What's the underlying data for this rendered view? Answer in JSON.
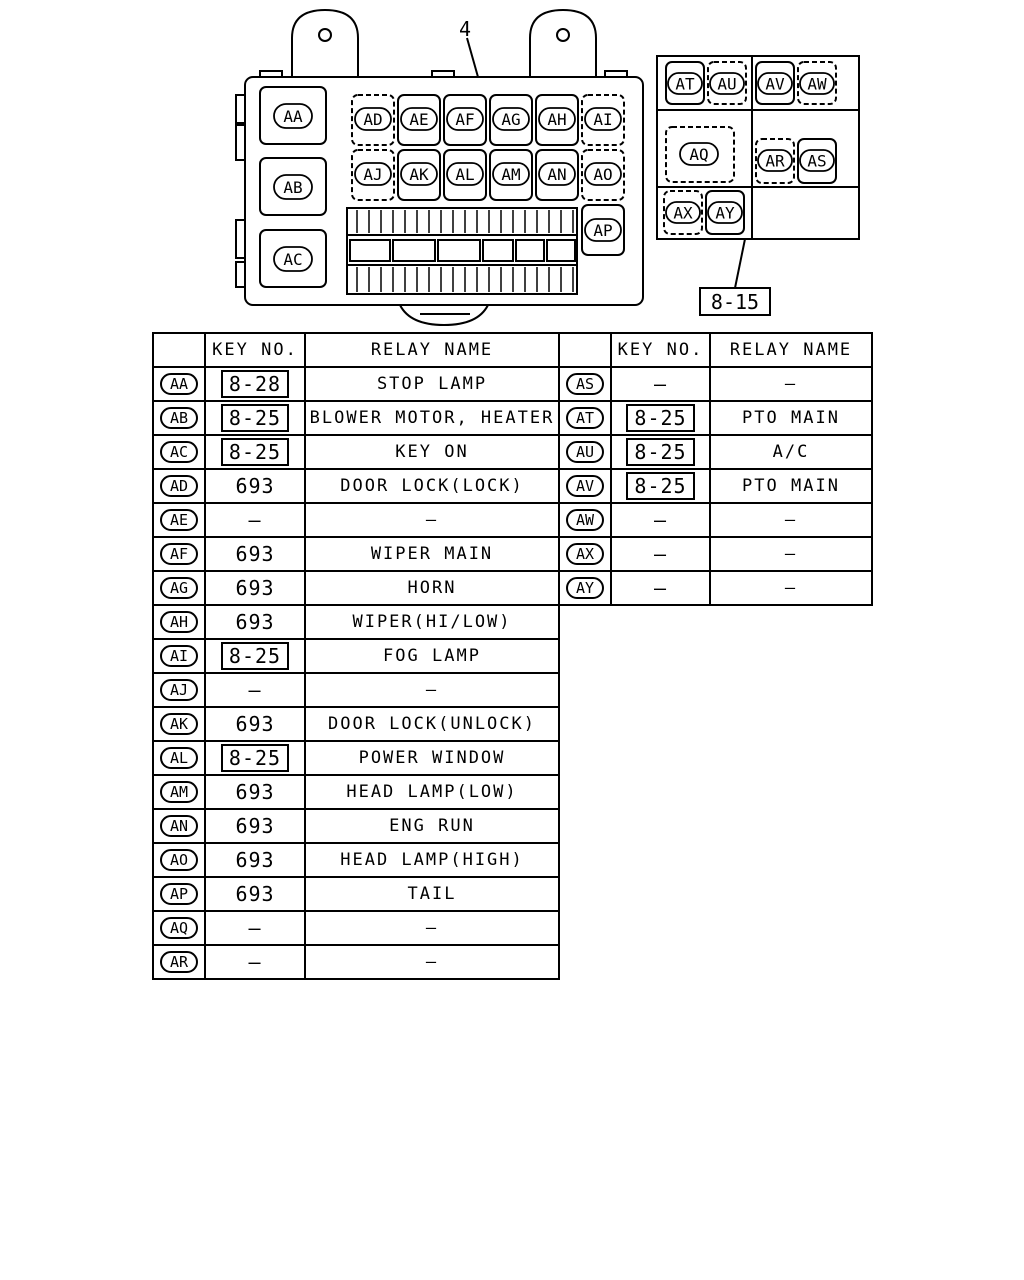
{
  "diagram": {
    "callout_top": "4",
    "callout_ref": "8-15",
    "main_block": {
      "large_relays": [
        "AA",
        "AB",
        "AC"
      ],
      "row1": [
        "AD",
        "AE",
        "AF",
        "AG",
        "AH",
        "AI"
      ],
      "row2": [
        "AJ",
        "AK",
        "AL",
        "AM",
        "AN",
        "AO"
      ],
      "side": [
        "AP"
      ]
    },
    "sub_block": {
      "top": [
        "AT",
        "AU",
        "AV",
        "AW"
      ],
      "middle": [
        "AQ",
        "AR",
        "AS"
      ],
      "bottom": [
        "AX",
        "AY"
      ]
    }
  },
  "table_left": {
    "headers": [
      "",
      "KEY NO.",
      "RELAY NAME"
    ],
    "rows": [
      {
        "code": "AA",
        "key": "8-28",
        "key_boxed": true,
        "name": "STOP LAMP"
      },
      {
        "code": "AB",
        "key": "8-25",
        "key_boxed": true,
        "name": "BLOWER MOTOR, HEATER"
      },
      {
        "code": "AC",
        "key": "8-25",
        "key_boxed": true,
        "name": "KEY ON"
      },
      {
        "code": "AD",
        "key": "693",
        "key_boxed": false,
        "name": "DOOR LOCK(LOCK)"
      },
      {
        "code": "AE",
        "key": "—",
        "key_boxed": false,
        "name": "—"
      },
      {
        "code": "AF",
        "key": "693",
        "key_boxed": false,
        "name": "WIPER MAIN"
      },
      {
        "code": "AG",
        "key": "693",
        "key_boxed": false,
        "name": "HORN"
      },
      {
        "code": "AH",
        "key": "693",
        "key_boxed": false,
        "name": "WIPER(HI/LOW)"
      },
      {
        "code": "AI",
        "key": "8-25",
        "key_boxed": true,
        "name": "FOG LAMP"
      },
      {
        "code": "AJ",
        "key": "—",
        "key_boxed": false,
        "name": "—"
      },
      {
        "code": "AK",
        "key": "693",
        "key_boxed": false,
        "name": "DOOR LOCK(UNLOCK)"
      },
      {
        "code": "AL",
        "key": "8-25",
        "key_boxed": true,
        "name": "POWER WINDOW"
      },
      {
        "code": "AM",
        "key": "693",
        "key_boxed": false,
        "name": "HEAD LAMP(LOW)"
      },
      {
        "code": "AN",
        "key": "693",
        "key_boxed": false,
        "name": "ENG RUN"
      },
      {
        "code": "AO",
        "key": "693",
        "key_boxed": false,
        "name": "HEAD LAMP(HIGH)"
      },
      {
        "code": "AP",
        "key": "693",
        "key_boxed": false,
        "name": "TAIL"
      },
      {
        "code": "AQ",
        "key": "—",
        "key_boxed": false,
        "name": "—"
      },
      {
        "code": "AR",
        "key": "—",
        "key_boxed": false,
        "name": "—"
      }
    ]
  },
  "table_right": {
    "headers": [
      "",
      "KEY NO.",
      "RELAY NAME"
    ],
    "rows": [
      {
        "code": "AS",
        "key": "—",
        "key_boxed": false,
        "name": "—"
      },
      {
        "code": "AT",
        "key": "8-25",
        "key_boxed": true,
        "name": "PTO MAIN"
      },
      {
        "code": "AU",
        "key": "8-25",
        "key_boxed": true,
        "name": "A/C"
      },
      {
        "code": "AV",
        "key": "8-25",
        "key_boxed": true,
        "name": "PTO MAIN"
      },
      {
        "code": "AW",
        "key": "—",
        "key_boxed": false,
        "name": "—"
      },
      {
        "code": "AX",
        "key": "—",
        "key_boxed": false,
        "name": "—"
      },
      {
        "code": "AY",
        "key": "—",
        "key_boxed": false,
        "name": "—"
      }
    ]
  }
}
